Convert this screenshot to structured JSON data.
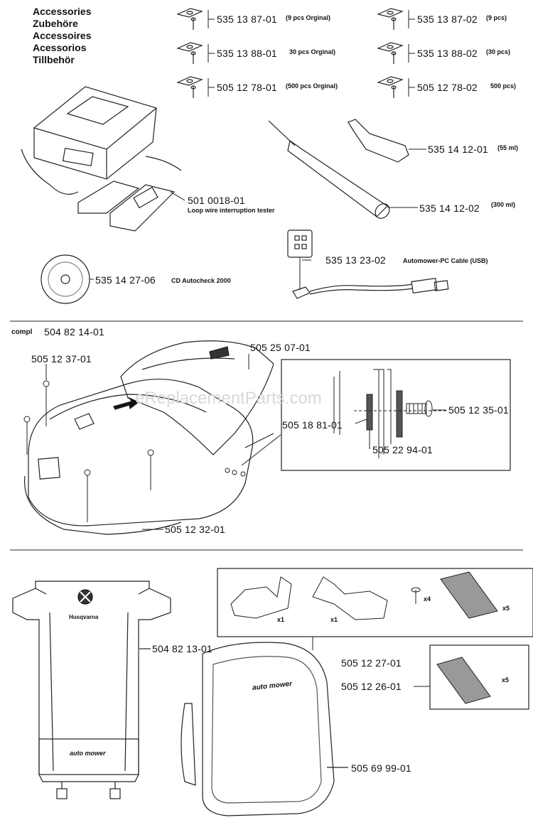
{
  "header": {
    "titles": [
      "Accessories",
      "Zubehöre",
      "Accessoires",
      "Acessorios",
      "Tillbehör"
    ]
  },
  "watermark": "eReplacementParts.com",
  "parts": {
    "p1": {
      "number": "535 13 87-01",
      "note": "(9 pcs Orginal)"
    },
    "p2": {
      "number": "535 13 87-02",
      "note": "(9 pcs)"
    },
    "p3": {
      "number": "535 13 88-01",
      "note": "30 pcs Orginal)"
    },
    "p4": {
      "number": "535 13 88-02",
      "note": "(30 pcs)"
    },
    "p5": {
      "number": "505 12 78-01",
      "note": "(500 pcs Orginal)"
    },
    "p6": {
      "number": "505 12 78-02",
      "note": "500 pcs)"
    },
    "p7": {
      "number": "535 14 12-01",
      "note": "(55 ml)"
    },
    "p8": {
      "number": "501 0018-01",
      "desc": "Loop wire interruption tester"
    },
    "p9": {
      "number": "535 14 12-02",
      "note": "(300 ml)"
    },
    "p10": {
      "number": "535 13 23-02",
      "desc": "Automower-PC Cable (USB)"
    },
    "p11": {
      "number": "535 14 27-06",
      "desc": "CD Autocheck 2000"
    },
    "p12": {
      "prefix": "compl",
      "number": "504 82 14-01"
    },
    "p13": {
      "number": "505 25 07-01"
    },
    "p14": {
      "number": "505 12 37-01"
    },
    "p15": {
      "number": "505 12 35-01"
    },
    "p16": {
      "number": "505 18 81-01"
    },
    "p17": {
      "number": "505 22 94-01"
    },
    "p18": {
      "number": "505 12 32-01"
    },
    "p19": {
      "number": "504 82 13-01"
    },
    "p20": {
      "number": "505 12 27-01"
    },
    "p21": {
      "number": "505 12 26-01"
    },
    "p22": {
      "number": "505 69 99-01"
    }
  },
  "quantities": {
    "q1": "x1",
    "q2": "x1",
    "q3": "x4",
    "q4": "x5",
    "q5": "x5"
  },
  "brand": {
    "husqvarna": "Husqvarna",
    "automower": "auto mower"
  }
}
